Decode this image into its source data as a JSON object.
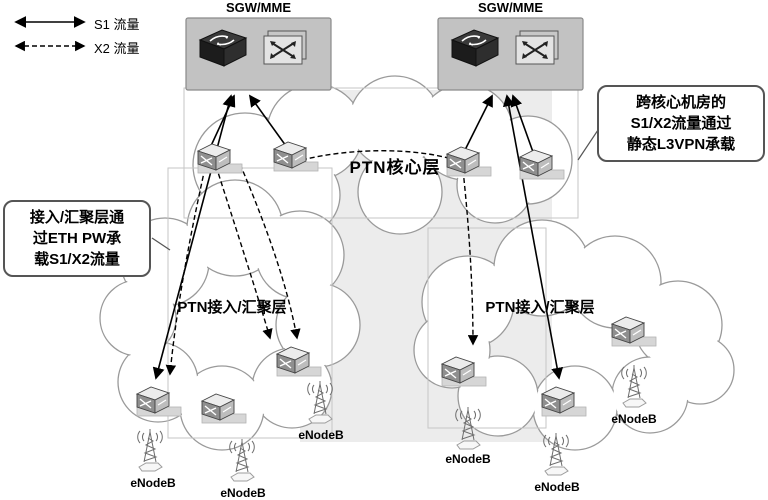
{
  "legend": {
    "items": [
      {
        "label": "S1 流量",
        "style": "solid"
      },
      {
        "label": "X2 流量",
        "style": "dashed"
      }
    ]
  },
  "nodes": {
    "sgw_left_title": "SGW/MME",
    "sgw_right_title": "SGW/MME",
    "core_label": "PTN核心层",
    "access_left_label": "PTN接入/汇聚层",
    "access_right_label": "PTN接入/汇聚层"
  },
  "callouts": {
    "left": {
      "lines": [
        "接入/汇聚层通",
        "过ETH PW承",
        "载S1/X2流量"
      ]
    },
    "right": {
      "lines": [
        "跨核心机房的",
        "S1/X2流量通过",
        "静态L3VPN承载"
      ]
    }
  },
  "enodeb_labels": [
    "eNodeB",
    "eNodeB",
    "eNodeB",
    "eNodeB",
    "eNodeB",
    "eNodeB"
  ],
  "colors": {
    "arrow": "#000000",
    "cloud_stroke": "#9a9a9a",
    "sgw_box_fill": "#c2c2c2",
    "background_panel": "#ececec"
  }
}
